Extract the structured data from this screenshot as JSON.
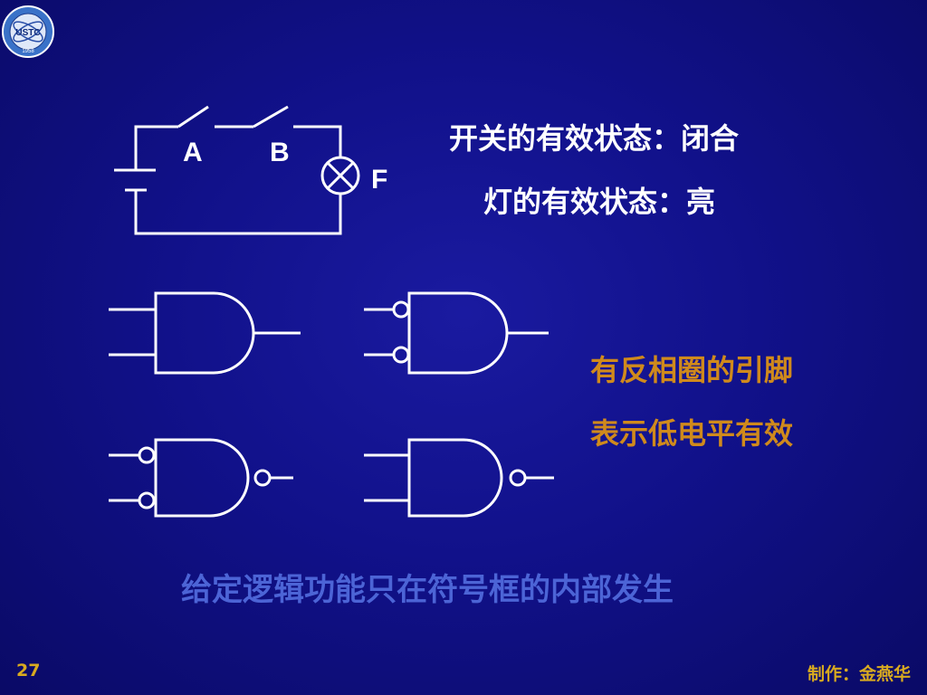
{
  "logo": {
    "text": "USTC",
    "year": "1958"
  },
  "circuit": {
    "switch_a": "A",
    "switch_b": "B",
    "lamp": "F"
  },
  "info": {
    "switch_state": "开关的有效状态：闭合",
    "lamp_state": "灯的有效状态：亮"
  },
  "note": {
    "line1": "有反相圈的引脚",
    "line2": "表示低电平有效"
  },
  "caption": "给定逻辑功能只在符号框的内部发生",
  "footer": {
    "page_number": "27",
    "author": "制作：金燕华"
  },
  "colors": {
    "background": "#11118a",
    "text": "#ffffff",
    "highlight": "#d08a1c",
    "caption": "#4c64d6",
    "footer": "#d8aa20"
  }
}
